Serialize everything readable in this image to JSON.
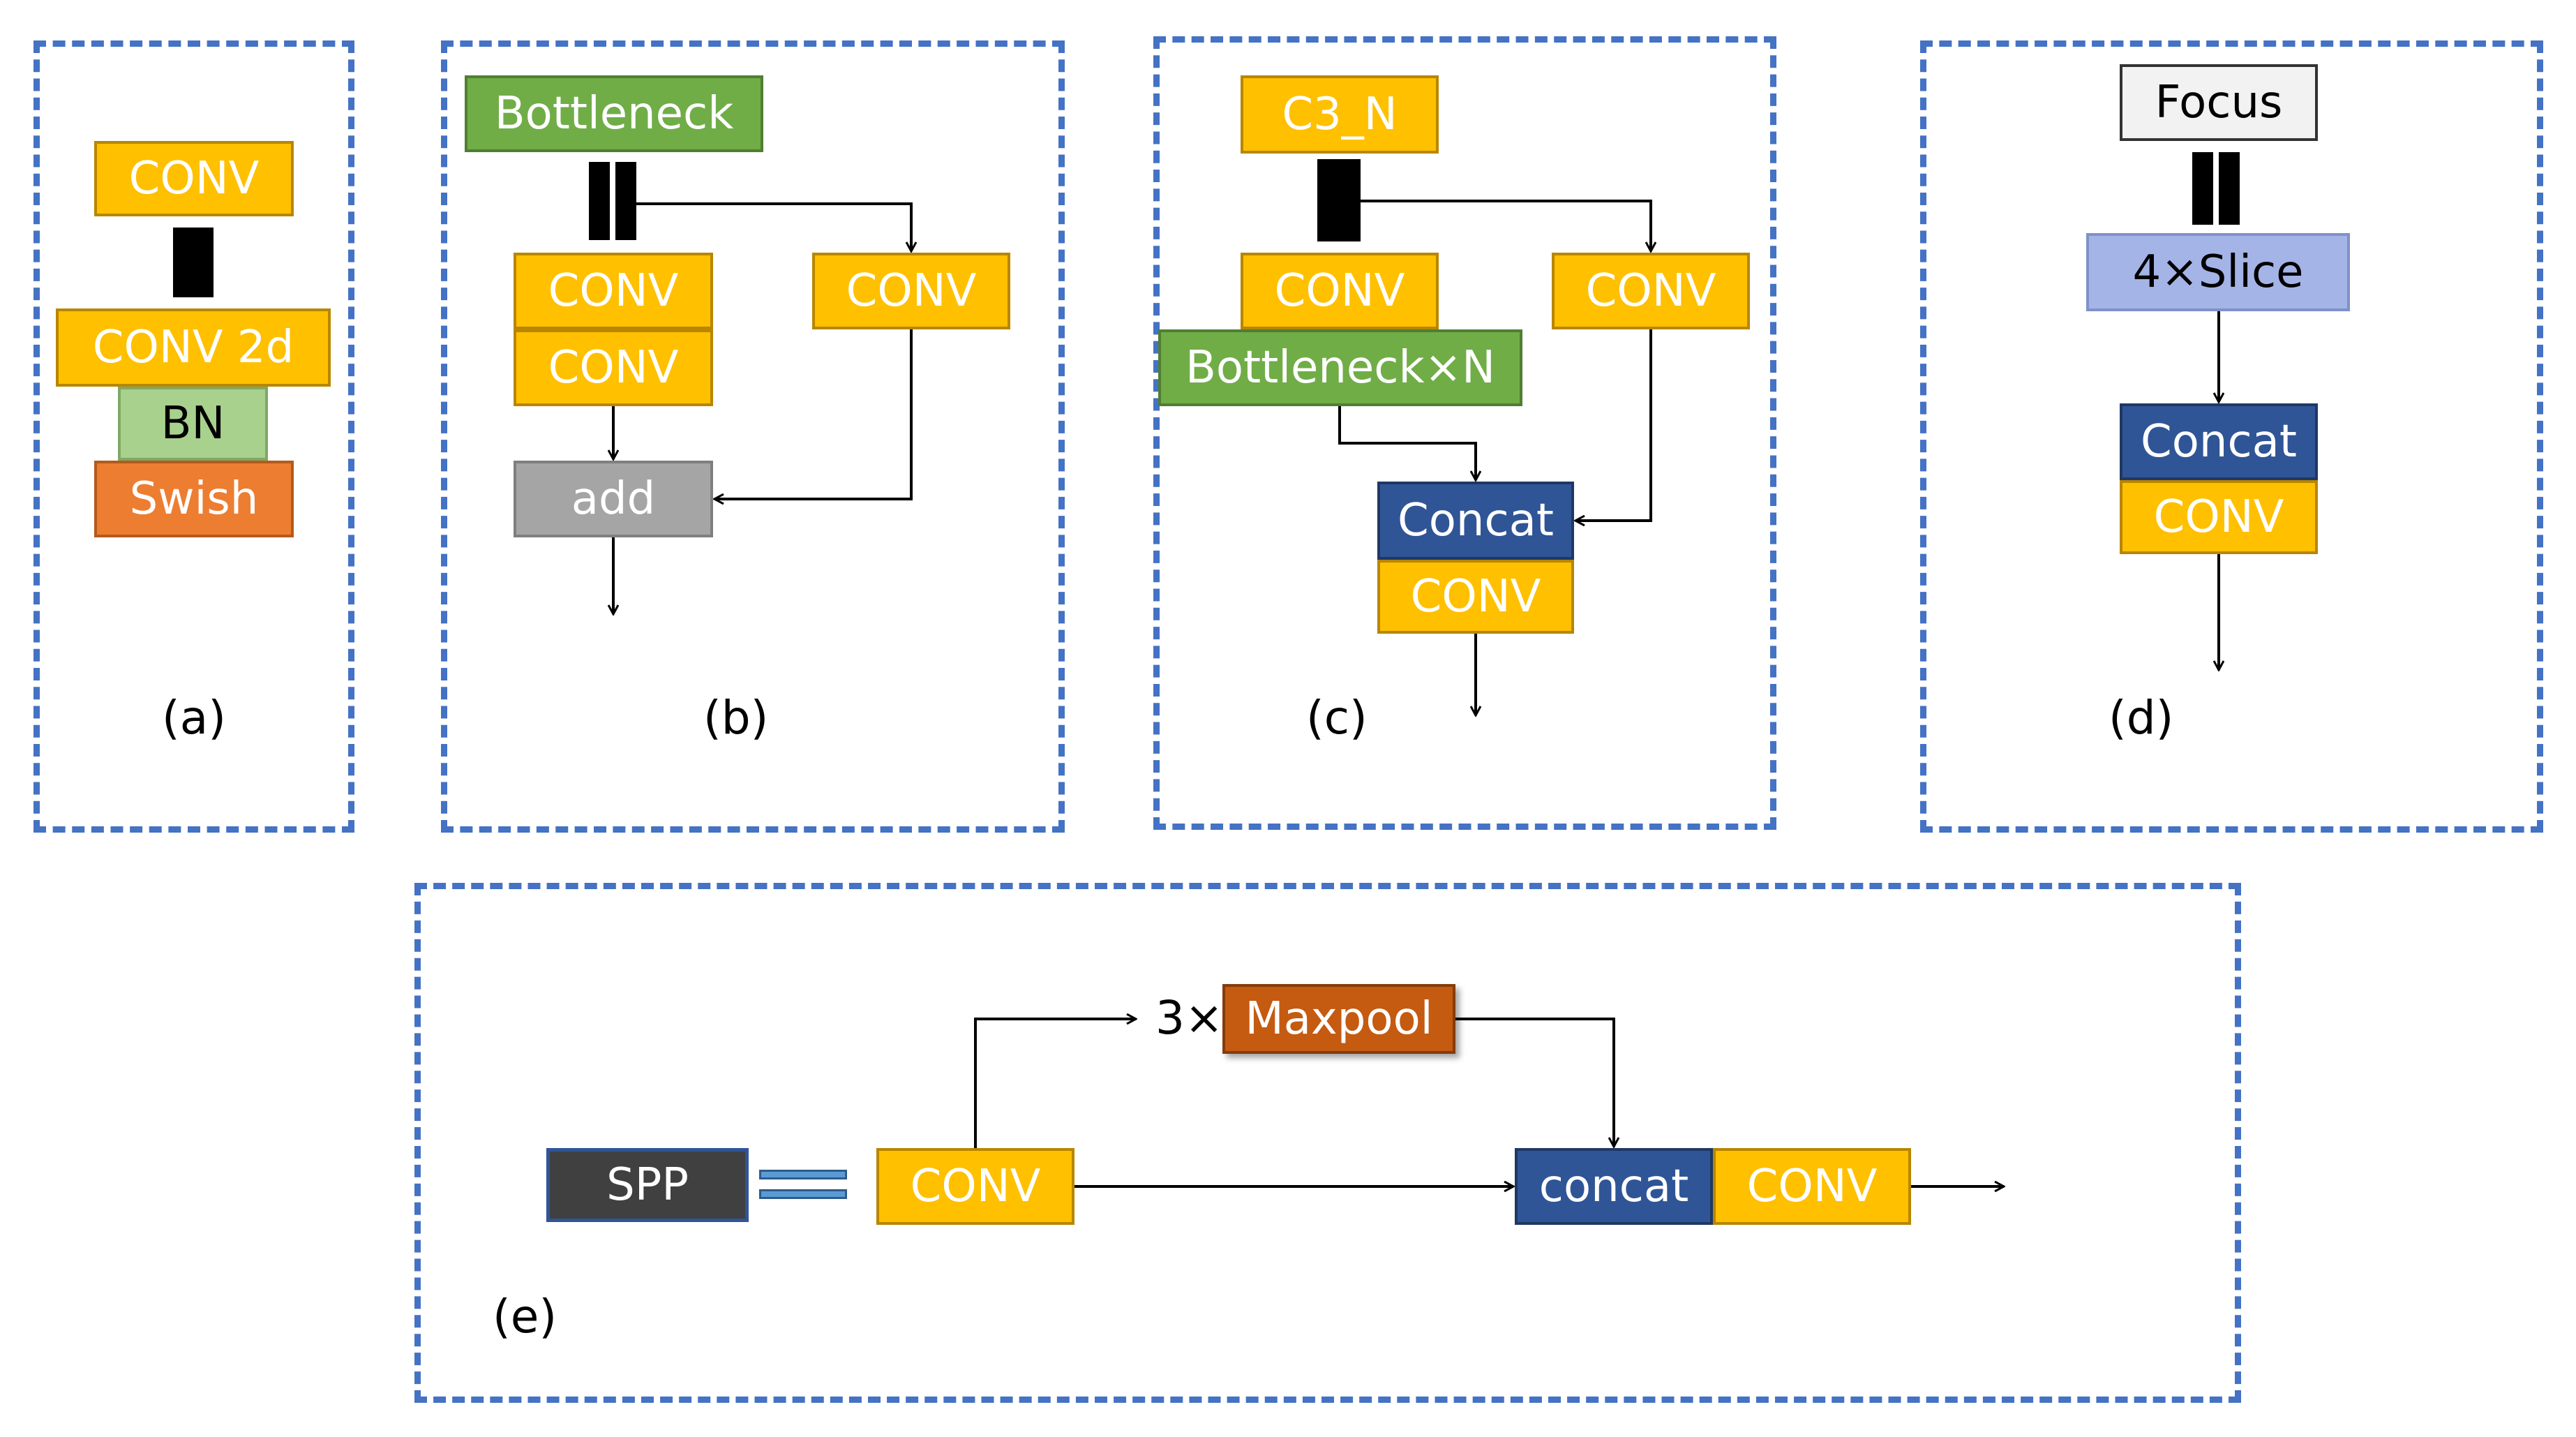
{
  "panels": {
    "a": {
      "caption": "(a)",
      "conv": "CONV",
      "conv2d": "CONV 2d",
      "bn": "BN",
      "swish": "Swish"
    },
    "b": {
      "caption": "(b)",
      "title": "Bottleneck",
      "conv1": "CONV",
      "conv2": "CONV",
      "conv_right": "CONV",
      "add": "add"
    },
    "c": {
      "caption": "(c)",
      "title": "C3_N",
      "conv_left": "CONV",
      "bottleneck_n": "Bottleneck×N",
      "conv_right": "CONV",
      "concat": "Concat",
      "conv_out": "CONV"
    },
    "d": {
      "caption": "(d)",
      "title": "Focus",
      "slice": "4×Slice",
      "concat": "Concat",
      "conv": "CONV"
    },
    "e": {
      "caption": "(e)",
      "spp": "SPP",
      "conv_in": "CONV",
      "multiplier": "3×",
      "maxpool": "Maxpool",
      "concat": "concat",
      "conv_out": "CONV"
    }
  },
  "colors": {
    "panel_border": "#4472c4",
    "conv": "#ffc000",
    "bottleneck": "#70ad47",
    "bn": "#a9d18e",
    "swish": "#ed7d31",
    "add": "#a5a5a5",
    "concat": "#2f5597",
    "slice": "#a4b4e6",
    "spp": "#404040",
    "maxpool": "#c55a11"
  }
}
